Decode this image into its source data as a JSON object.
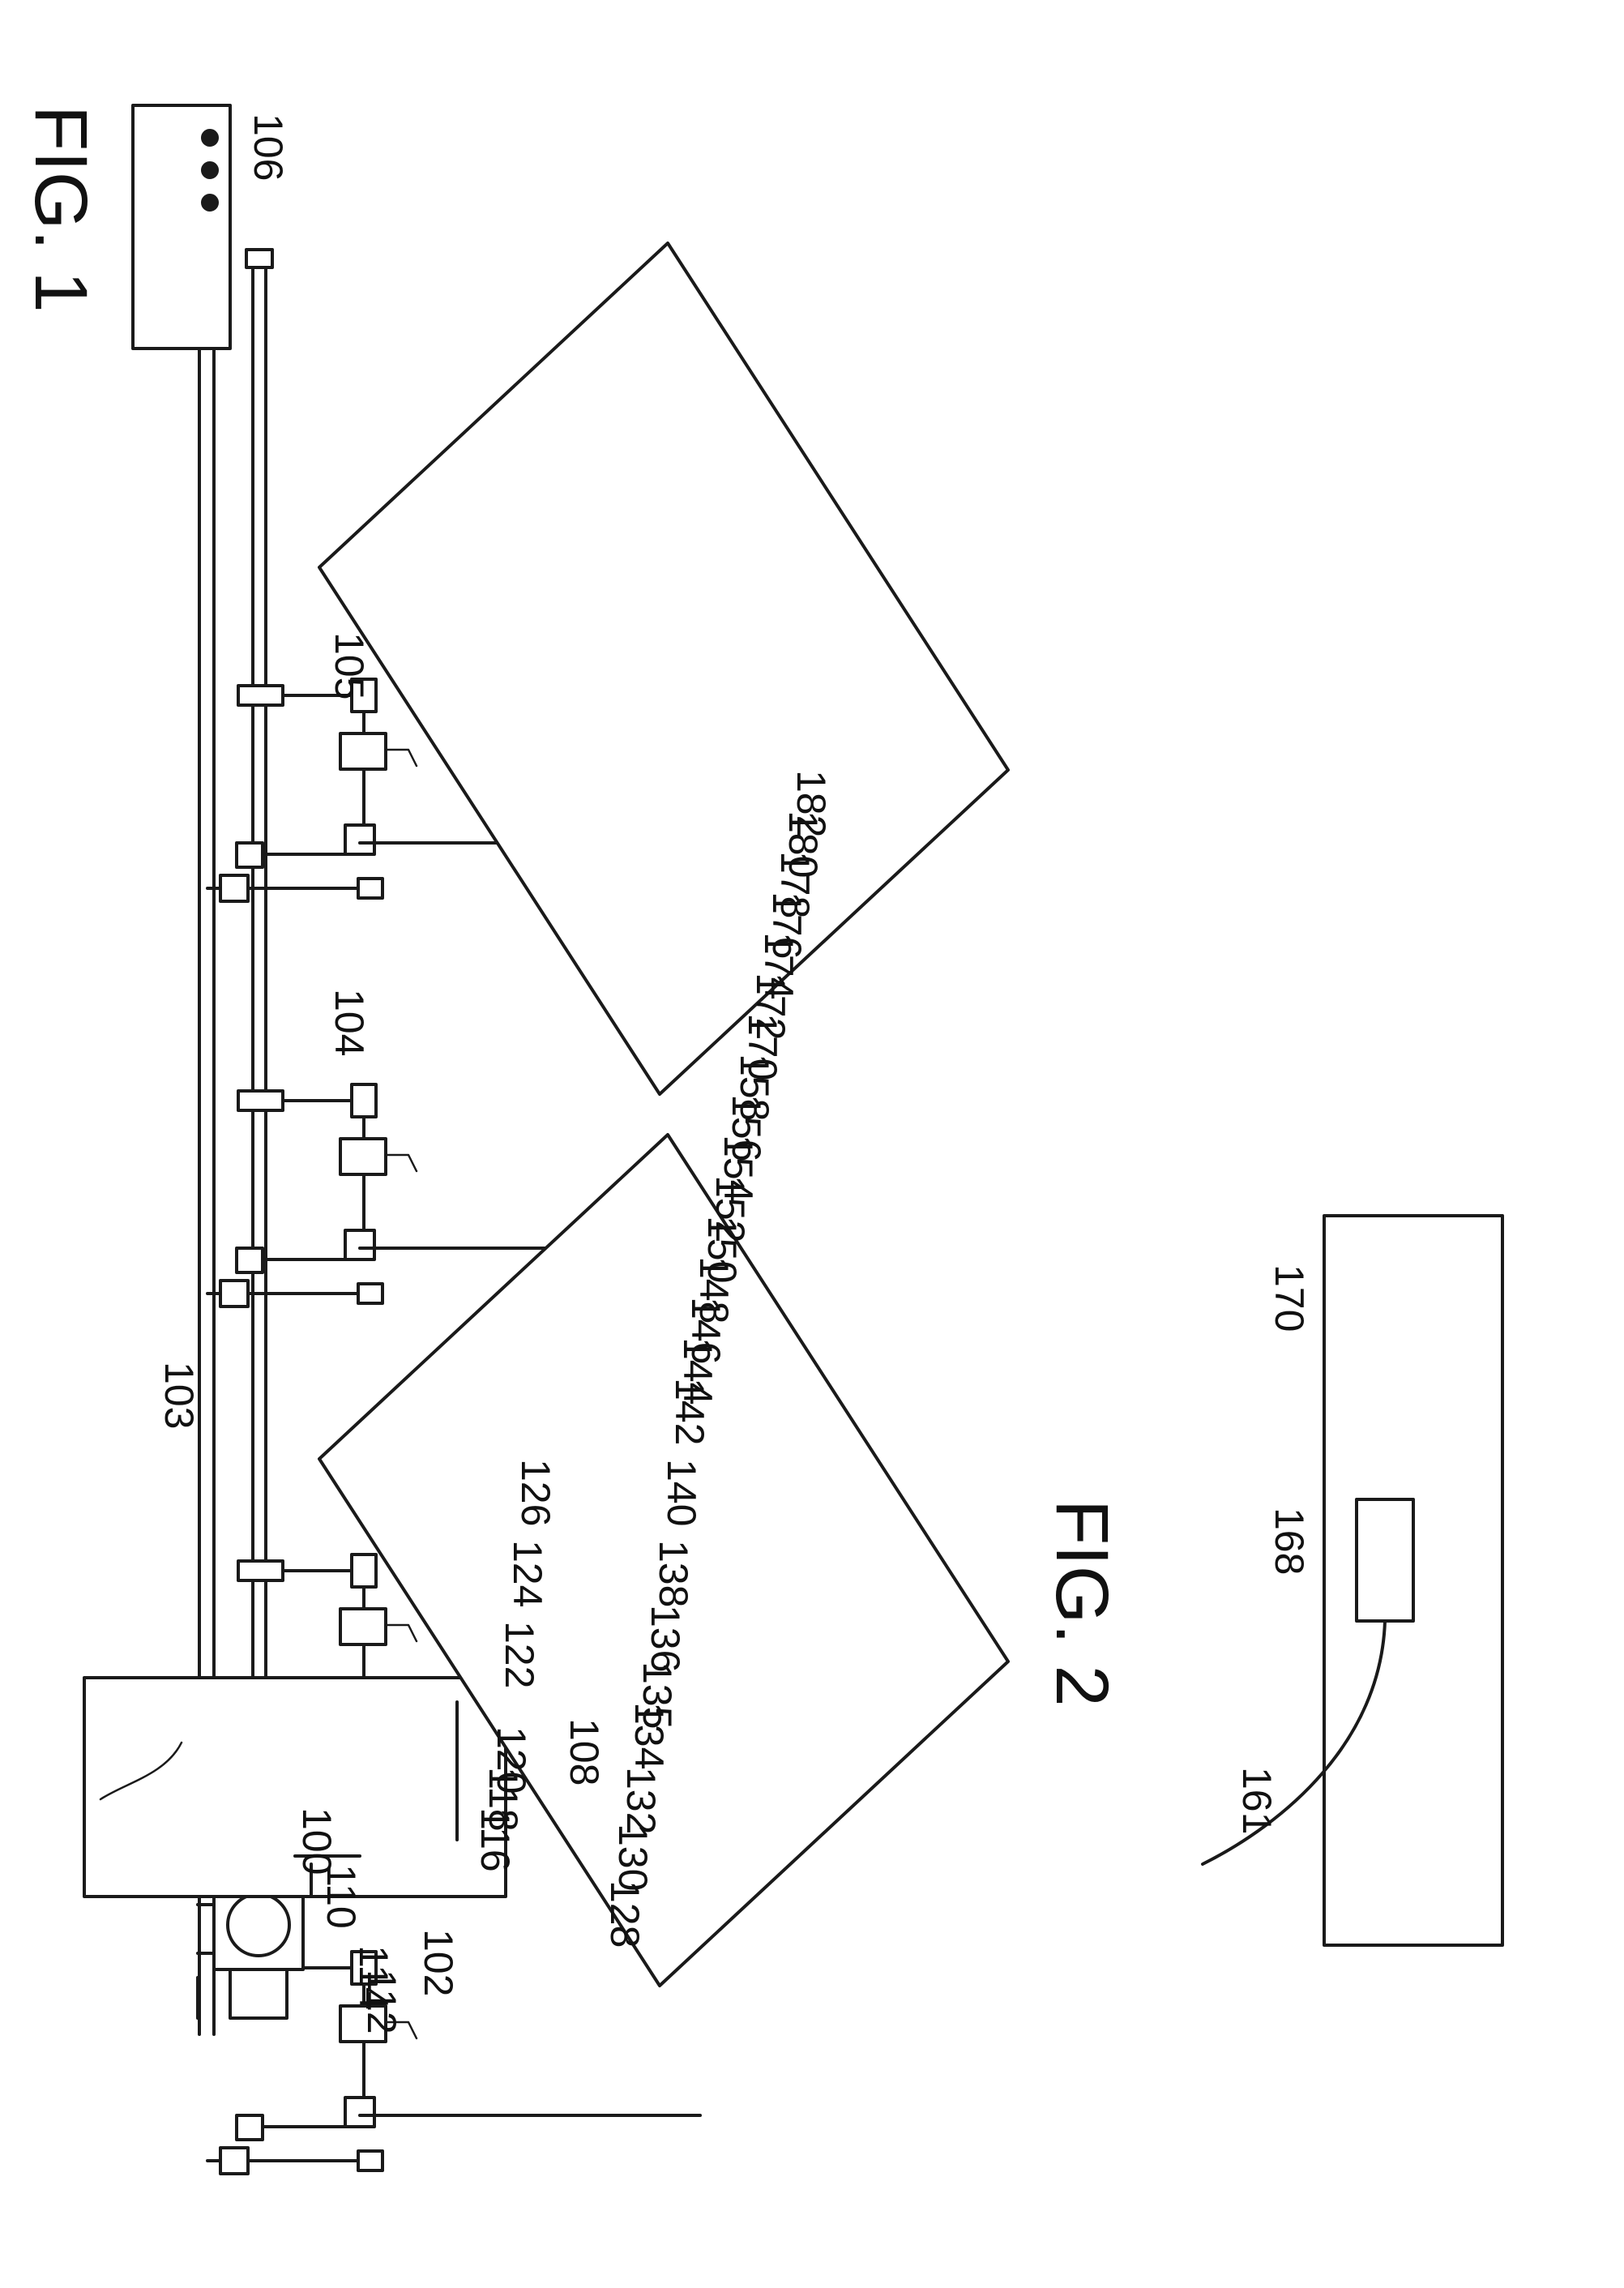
{
  "figures": [
    {
      "id": "fig1",
      "label": "FIG. 1"
    },
    {
      "id": "fig2",
      "label": "FIG. 2"
    }
  ],
  "reference_numerals": {
    "r100": "100",
    "r102": "102",
    "r103": "103",
    "r104": "104",
    "r105": "105",
    "r106": "106",
    "r108": "108",
    "r110": "110",
    "r112": "112",
    "r114": "114",
    "r116": "116",
    "r118": "118",
    "r120": "120",
    "r122": "122",
    "r124": "124",
    "r126": "126",
    "r128": "128",
    "r130": "130",
    "r132": "132",
    "r134": "134",
    "r135": "135",
    "r136": "136",
    "r138": "138",
    "r140": "140",
    "r142": "142",
    "r144": "144",
    "r146": "146",
    "r148": "148",
    "r150": "150",
    "r152": "152",
    "r154": "154",
    "r156": "156",
    "r158": "158",
    "r161": "161",
    "r168": "168",
    "r170a": "170",
    "r170b": "170",
    "r172": "172",
    "r174": "174",
    "r176": "176",
    "r178": "178",
    "r180": "180",
    "r182": "182"
  }
}
